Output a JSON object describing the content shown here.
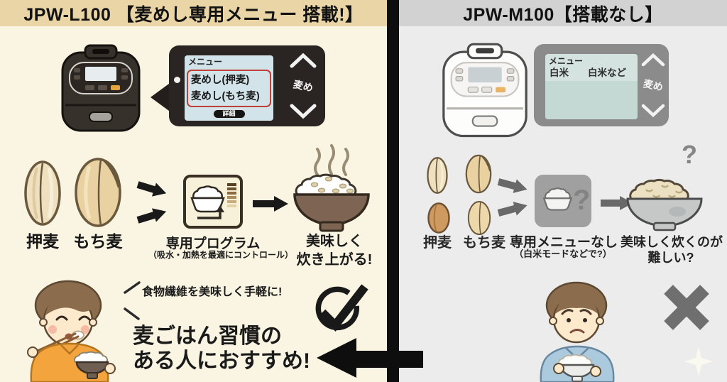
{
  "left": {
    "header_title": "JPW-L100 【麦めし専用メニュー 搭載!】",
    "panel": {
      "menu_label": "メニュー",
      "item1": "麦めし(押麦)",
      "item2": "麦めし(もち麦)",
      "detail_button": "詳細",
      "side_button_label": "麦め"
    },
    "grain_label_1": "押麦",
    "grain_label_2": "もち麦",
    "program": {
      "title": "専用プログラム",
      "subtitle": "（吸水・加熱を最適にコントロール）"
    },
    "result": {
      "line1": "美味しく",
      "line2": "炊き上がる!"
    },
    "callout": "食物繊維を美味しく手軽に!",
    "recommend": {
      "line1": "麦ごはん習慣の",
      "line2": "ある人におすすめ!"
    }
  },
  "right": {
    "header_title": "JPW-M100【搭載なし】",
    "panel": {
      "menu_label": "メニュー",
      "row_item1": "白米",
      "row_item2": "白米など",
      "side_button_label": "麦め"
    },
    "grain_label_1": "押麦",
    "grain_label_2": "もち麦",
    "program": {
      "title": "専用メニューなし",
      "subtitle": "（白米モードなどで?）",
      "question_mark": "?"
    },
    "result": {
      "line1": "美味しく炊くのが",
      "line2": "難しい?"
    },
    "bowl_question_mark": "?"
  },
  "colors": {
    "left_bg": "#faf5e2",
    "left_header_bg": "#e9d5a5",
    "right_bg": "#ececec",
    "right_header_bg": "#d2d2d2",
    "divider_black": "#0e0e0e",
    "highlight_red": "#bf4036",
    "cook_button_orange": "#e2a43e",
    "screen_blue": "#d2e4e9",
    "gray_accent": "#6f6f6f"
  }
}
